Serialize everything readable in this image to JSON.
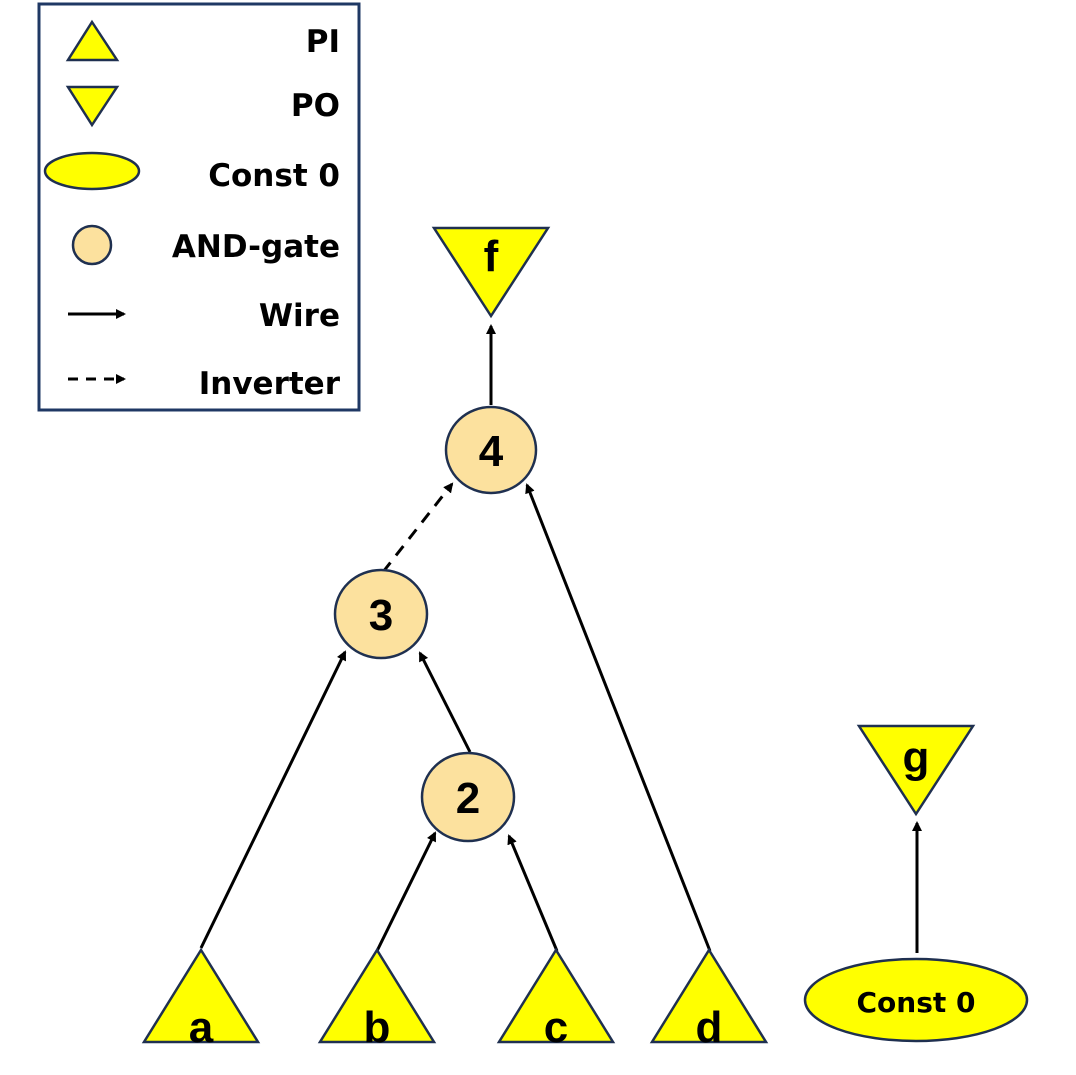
{
  "colors": {
    "pi_po_fill": "#FFFF00",
    "and_gate_fill": "#FCE19E",
    "outline": "#1F3050",
    "legend_border": "#1F3864",
    "edge": "#000000"
  },
  "legend": {
    "items": [
      {
        "symbol": "pi-triangle-icon",
        "label": "PI"
      },
      {
        "symbol": "po-triangle-icon",
        "label": "PO"
      },
      {
        "symbol": "const-ellipse-icon",
        "label": "Const 0"
      },
      {
        "symbol": "and-gate-circle-icon",
        "label": "AND-gate"
      },
      {
        "symbol": "solid-arrow-icon",
        "label": "Wire"
      },
      {
        "symbol": "dashed-arrow-icon",
        "label": "Inverter"
      }
    ]
  },
  "nodes": {
    "pi_a": {
      "label": "a"
    },
    "pi_b": {
      "label": "b"
    },
    "pi_c": {
      "label": "c"
    },
    "pi_d": {
      "label": "d"
    },
    "and_2": {
      "label": "2"
    },
    "and_3": {
      "label": "3"
    },
    "and_4": {
      "label": "4"
    },
    "po_f": {
      "label": "f"
    },
    "po_g": {
      "label": "g"
    },
    "const_0": {
      "label": "Const 0"
    }
  },
  "edges": [
    {
      "from": "a",
      "to": "3",
      "type": "wire"
    },
    {
      "from": "b",
      "to": "2",
      "type": "wire"
    },
    {
      "from": "c",
      "to": "2",
      "type": "wire"
    },
    {
      "from": "2",
      "to": "3",
      "type": "wire"
    },
    {
      "from": "3",
      "to": "4",
      "type": "inverter"
    },
    {
      "from": "d",
      "to": "4",
      "type": "wire"
    },
    {
      "from": "4",
      "to": "f",
      "type": "wire"
    },
    {
      "from": "Const 0",
      "to": "g",
      "type": "wire"
    }
  ]
}
